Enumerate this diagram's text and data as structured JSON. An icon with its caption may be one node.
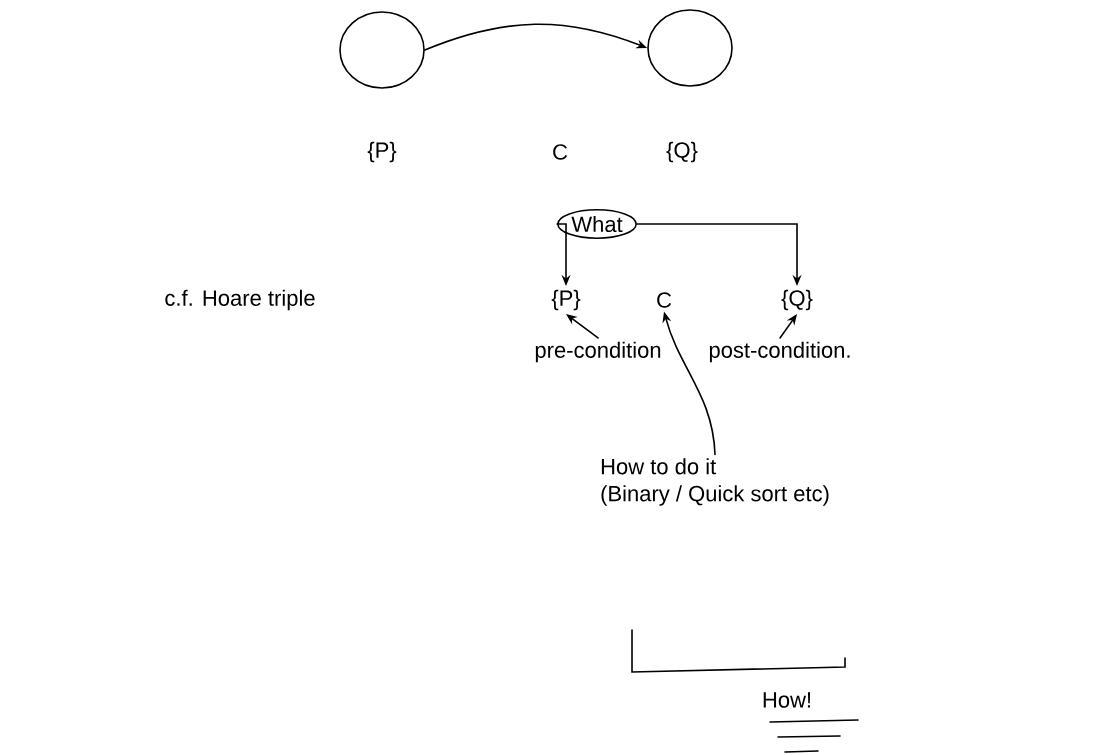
{
  "diagram": {
    "nodes": [
      {
        "text": [],
        "shape": "circle"
      },
      {
        "text": [],
        "shape": "circle"
      },
      {
        "text": [
          "What"
        ]
      },
      {
        "text": [
          "{P}"
        ]
      },
      {
        "text": [
          "C"
        ]
      },
      {
        "text": [
          "{Q}"
        ]
      },
      {
        "text": [
          "pre-condition"
        ]
      },
      {
        "text": [
          "post-condition."
        ]
      },
      {
        "text": [
          "How to do it",
          "(Binary / Quick sort etc)"
        ]
      }
    ],
    "edges": [
      {
        "from": 0,
        "to": 1,
        "arrow": "to"
      },
      {
        "from": 2,
        "to": 3,
        "arrow": "to"
      },
      {
        "from": 2,
        "to": 5,
        "arrow": "to"
      },
      {
        "from": 6,
        "to": 3,
        "arrow": "to"
      },
      {
        "from": 8,
        "to": 4,
        "arrow": "to"
      },
      {
        "from": 7,
        "to": 5,
        "arrow": "to"
      }
    ],
    "labels": [
      "{P}",
      "C",
      "{Q}",
      "c.f. Hoare triple",
      "How!"
    ]
  }
}
